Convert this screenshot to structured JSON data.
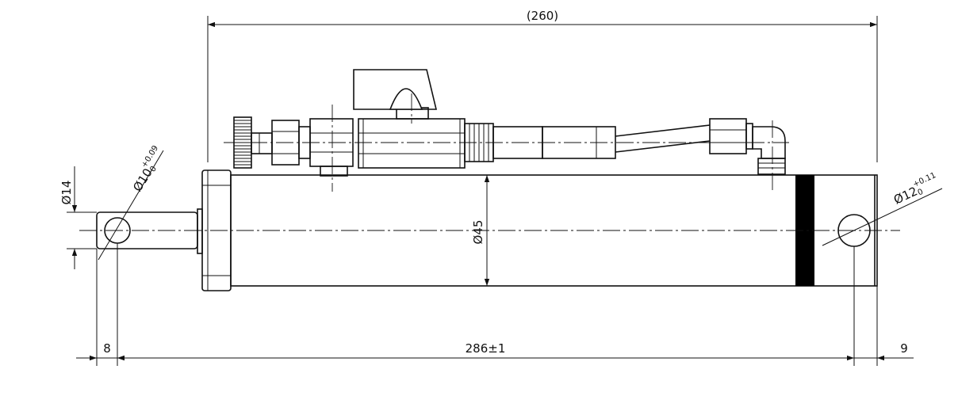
{
  "dimensions": {
    "overall_width": "(260)",
    "rod_end_diameter": "Ø14",
    "rod_hole_diameter": "Ø10",
    "rod_hole_tolerance_upper": "+0.09",
    "rod_hole_tolerance_lower": "0",
    "body_diameter": "Ø45",
    "mount_hole_diameter": "Ø12",
    "mount_hole_tolerance_upper": "+0.11",
    "mount_hole_tolerance_lower": "0",
    "left_offset": "8",
    "center_distance": "286±1",
    "right_offset": "9"
  },
  "colors": {
    "line": "#111111",
    "background": "#ffffff",
    "band": "#000000"
  }
}
